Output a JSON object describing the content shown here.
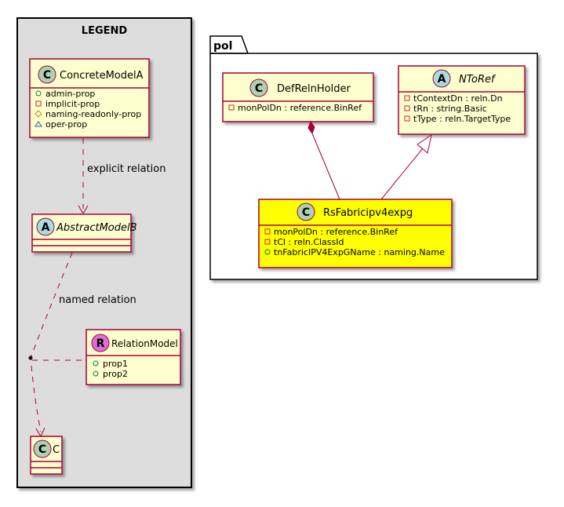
{
  "legend": {
    "title": "LEGEND"
  },
  "package": {
    "name": "pol"
  },
  "classes": {
    "concrete_model_a": {
      "name": "ConcreteModelA",
      "stereotype_letter": "C",
      "attributes": [
        {
          "visibility": "+",
          "text": "admin-prop"
        },
        {
          "visibility": "-",
          "text": "implicit-prop"
        },
        {
          "visibility": "#",
          "text": "naming-readonly-prop"
        },
        {
          "visibility": "~",
          "text": "oper-prop"
        }
      ]
    },
    "abstract_model_b": {
      "name": "AbstractModelB",
      "stereotype_letter": "A"
    },
    "relation_model": {
      "name": "RelationModel",
      "stereotype_letter": "R",
      "attributes": [
        {
          "visibility": "+",
          "text": "prop1"
        },
        {
          "visibility": "+",
          "text": "prop2"
        }
      ]
    },
    "c": {
      "name": "C",
      "stereotype_letter": "C"
    },
    "def_reln_holder": {
      "name": "DefRelnHolder",
      "stereotype_letter": "C",
      "attributes": [
        {
          "visibility": "-",
          "text": "monPolDn : reference.BinRef"
        }
      ]
    },
    "n_to_ref": {
      "name": "NToRef",
      "stereotype_letter": "A",
      "attributes": [
        {
          "visibility": "-",
          "text": "tContextDn : reln.Dn"
        },
        {
          "visibility": "-",
          "text": "tRn : string.Basic"
        },
        {
          "visibility": "-",
          "text": "tType : reln.TargetType"
        }
      ]
    },
    "rs_fabric": {
      "name": "RsFabricipv4expg",
      "stereotype_letter": "C",
      "attributes": [
        {
          "visibility": "-",
          "text": "monPolDn : reference.BinRef"
        },
        {
          "visibility": "-",
          "text": "tCl : reln.ClassId"
        },
        {
          "visibility": "+",
          "text": "tnFabricIPV4ExpGName : naming.Name"
        }
      ]
    }
  },
  "relations": {
    "explicit_label": "explicit relation",
    "named_label": "named relation"
  },
  "colors": {
    "class_fill": "#FEFECE",
    "highlight_fill": "#FFFF00",
    "border": "#A80036",
    "legend_bg": "#DDDDDD"
  }
}
